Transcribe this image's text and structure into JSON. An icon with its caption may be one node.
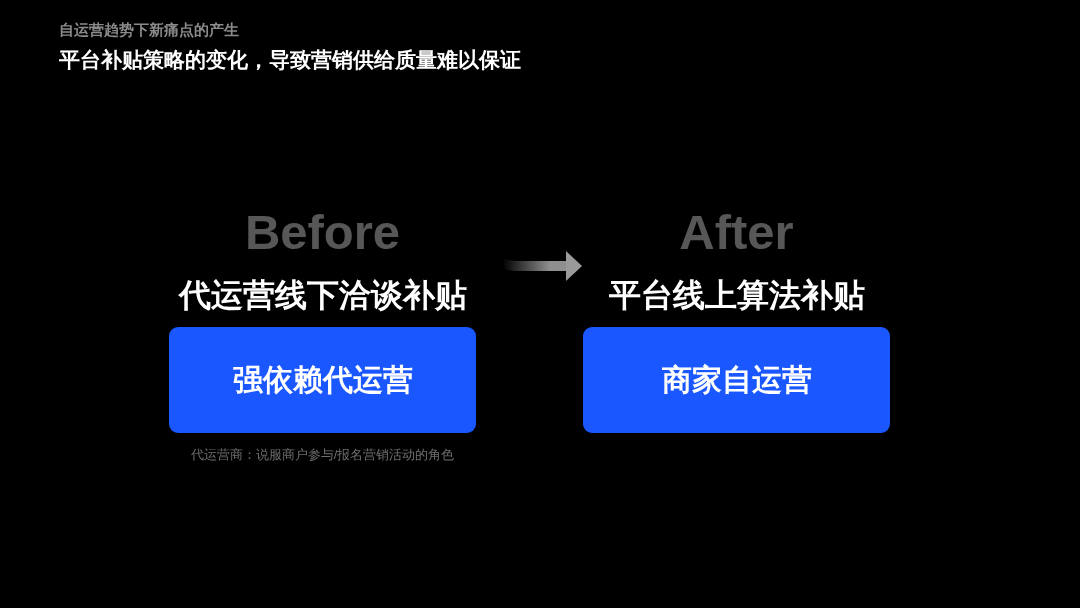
{
  "diagram": {
    "title": "平台补贴策略的变化，导致营销供给质量难以保证",
    "nodes": [
      {
        "text": [
          "Before",
          "代运营线下洽谈补贴",
          "强依赖代运营"
        ],
        "beside": [
          "代运营商：说服商户参与/报名营销活动的角色"
        ]
      },
      {
        "text": [
          "After",
          "平台线上算法补贴",
          "商家自运营"
        ]
      }
    ],
    "edges": [
      {
        "from": 0,
        "to": 1,
        "arrow": "to"
      }
    ],
    "labels": [
      "自运营趋势下新痛点的产生"
    ]
  }
}
